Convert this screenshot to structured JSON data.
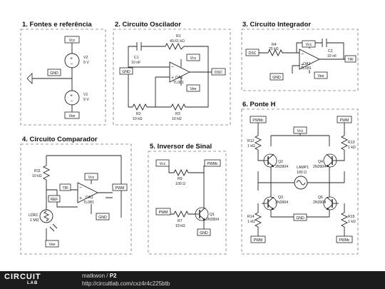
{
  "sections": {
    "s1": "1. Fontes e referência",
    "s2": "2. Circuito Oscilador",
    "s3": "3. Circuito Integrador",
    "s4": "4. Circuito Comparador",
    "s5": "5. Inversor de Sinal",
    "s6": "6. Ponte H"
  },
  "labels": {
    "vcc": "Vcc",
    "vee": "Vee",
    "gnd": "GND",
    "dsc": "DSC",
    "tri": "TRI",
    "ref": "REF",
    "pwm": "PWM",
    "pwmc": "PWMc"
  },
  "s1": {
    "v2": "V2",
    "v2v": "9 V",
    "v1": "V1",
    "v1v": "9 V"
  },
  "s2": {
    "c1": "C1",
    "c1v": "10 nF",
    "r1": "R1",
    "r1v": "40.61 kΩ",
    "r2": "R2",
    "r2v": "10 kΩ",
    "r3": "R3",
    "r3v": "10 kΩ",
    "oa": "OA1",
    "oav": "TL081"
  },
  "s3": {
    "r4": "R4",
    "r4v": "25 kΩ",
    "c2": "C2",
    "c2v": "10 nF",
    "oa": "OA2",
    "oav": "TL081"
  },
  "s4": {
    "r11": "R11",
    "r11v": "10 kΩ",
    "ldr": "LDR1",
    "ldrv": "1 MΩ",
    "oa": "OA3",
    "oav": "TL081"
  },
  "s5": {
    "r9": "R9",
    "r9v": "100 Ω",
    "r7": "R7",
    "r7v": "10 kΩ",
    "q1": "Q1",
    "q1v": "2N3904"
  },
  "s6": {
    "r12": "R12",
    "r12v": "1 kΩ",
    "r13": "R13",
    "r13v": "1 kΩ",
    "r14": "R14",
    "r14v": "1 kΩ",
    "r15": "R15",
    "r15v": "1 kΩ",
    "q2": "Q2",
    "q3": "Q3",
    "q4": "Q4",
    "q6": "Q6",
    "qv": "2N3904",
    "lamp": "LAMP1",
    "lampv": "100 Ω"
  },
  "footer": {
    "logo_top": "CIRCUIT",
    "logo_bottom": "LAB",
    "author": "matkwon",
    "sep": " / ",
    "name": "P2",
    "url": "http://circuitlab.com/cxz4r4c225btb"
  }
}
